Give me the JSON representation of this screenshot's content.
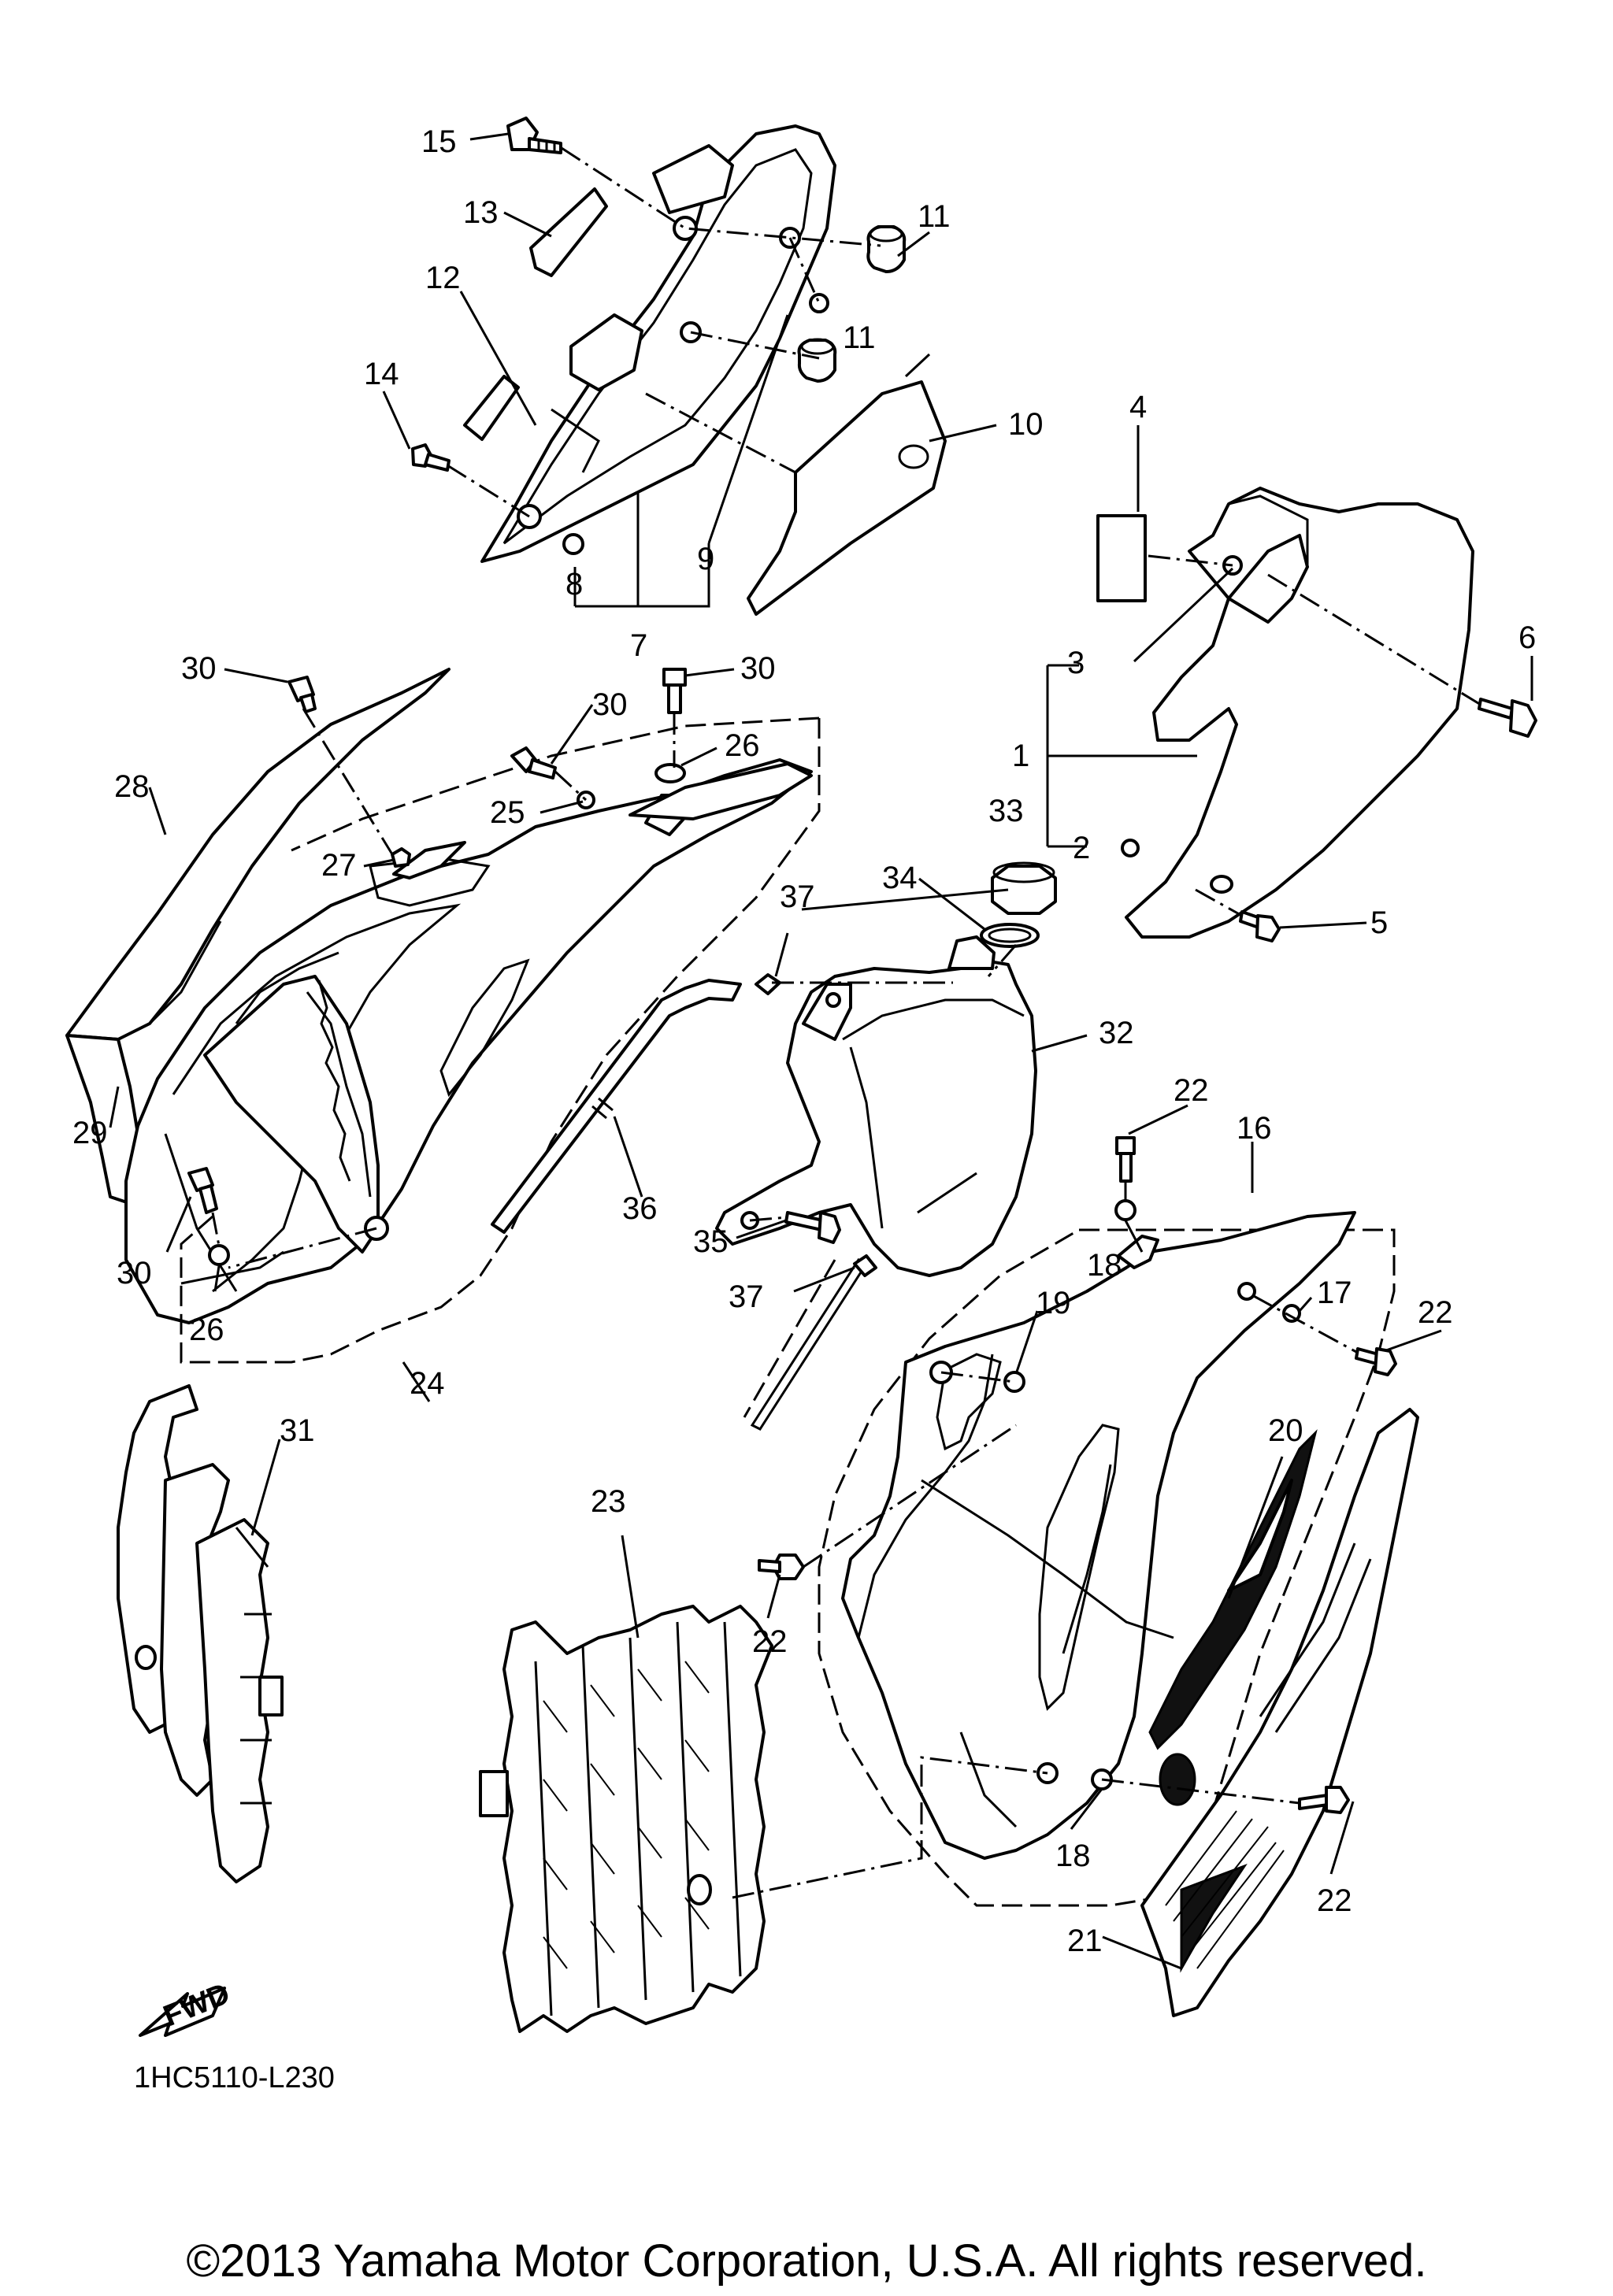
{
  "diagram": {
    "code": "1HC5110-L230",
    "copyright": "©2013 Yamaha Motor Corporation, U.S.A. All rights reserved.",
    "fwd_label": "FWD",
    "callouts": [
      "1",
      "2",
      "3",
      "4",
      "5",
      "6",
      "7",
      "8",
      "9",
      "10",
      "11",
      "11",
      "12",
      "13",
      "14",
      "15",
      "16",
      "17",
      "18",
      "18",
      "19",
      "20",
      "21",
      "22",
      "22",
      "22",
      "22",
      "23",
      "24",
      "25",
      "26",
      "26",
      "27",
      "28",
      "29",
      "30",
      "30",
      "30",
      "30",
      "31",
      "32",
      "33",
      "34",
      "35",
      "36",
      "37",
      "37"
    ]
  }
}
